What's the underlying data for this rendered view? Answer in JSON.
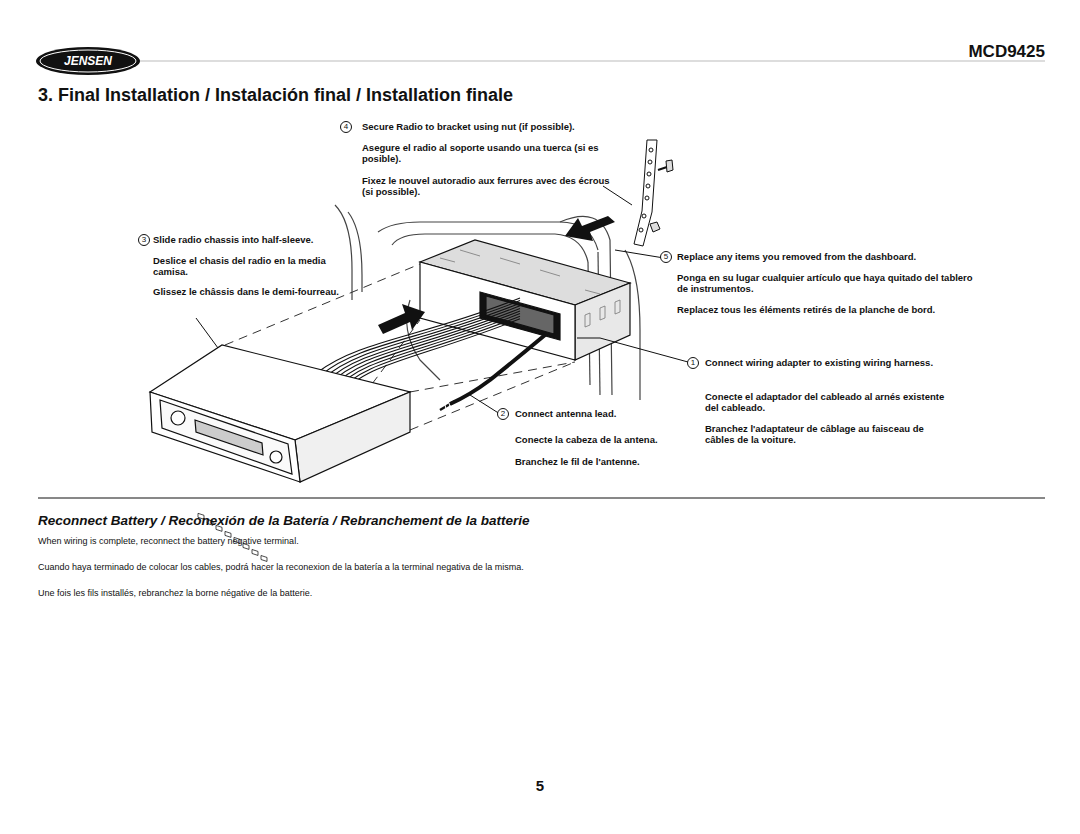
{
  "diagram": {
    "title": "3. Final Installation / Instalación final / Installation finale",
    "nodes": [
      {
        "text": [
          "4"
        ]
      },
      {
        "text": [
          "3"
        ]
      },
      {
        "text": [
          "5"
        ]
      },
      {
        "text": [
          "1"
        ]
      },
      {
        "text": [
          "2"
        ]
      }
    ],
    "labels": [
      "JENSEN",
      "MCD9425",
      "Secure Radio to bracket using nut (if possible).",
      "Asegure el radio al soporte usando una tuerca (si es posible).",
      "Fixez le nouvel autoradio aux ferrures avec des écrous (si possible).",
      "Slide radio chassis into half-sleeve.",
      "Deslice el chasis del radio en la media camisa.",
      "Glissez le châssis dans le demi-fourreau.",
      "Replace any items you removed from the dashboard.",
      "Ponga en su lugar cualquier artículo que haya quitado del tablero de instrumentos.",
      "Replacez tous les éléments retirés de la planche de bord.",
      "Connect wiring adapter to existing wiring harness.",
      "Conecte el adaptador del cableado al arnés existente del cableado.",
      "Branchez l'adaptateur de câblage au faisceau de câbles de la voiture.",
      "Connect antenna lead.",
      "Conecte la cabeza de la antena.",
      "Branchez le fil de l'antenne.",
      "Reconnect Battery / Reconexión de la Batería / Rebranchement de la batterie",
      "When wiring is complete, reconnect the battery negative terminal.",
      "Cuando haya terminado de colocar los cables, podrá hacer la reconexion de la batería a la terminal negativa de la misma.",
      "Une fois les fils installés, rebranchez la borne négative de la batterie.",
      "5"
    ]
  }
}
